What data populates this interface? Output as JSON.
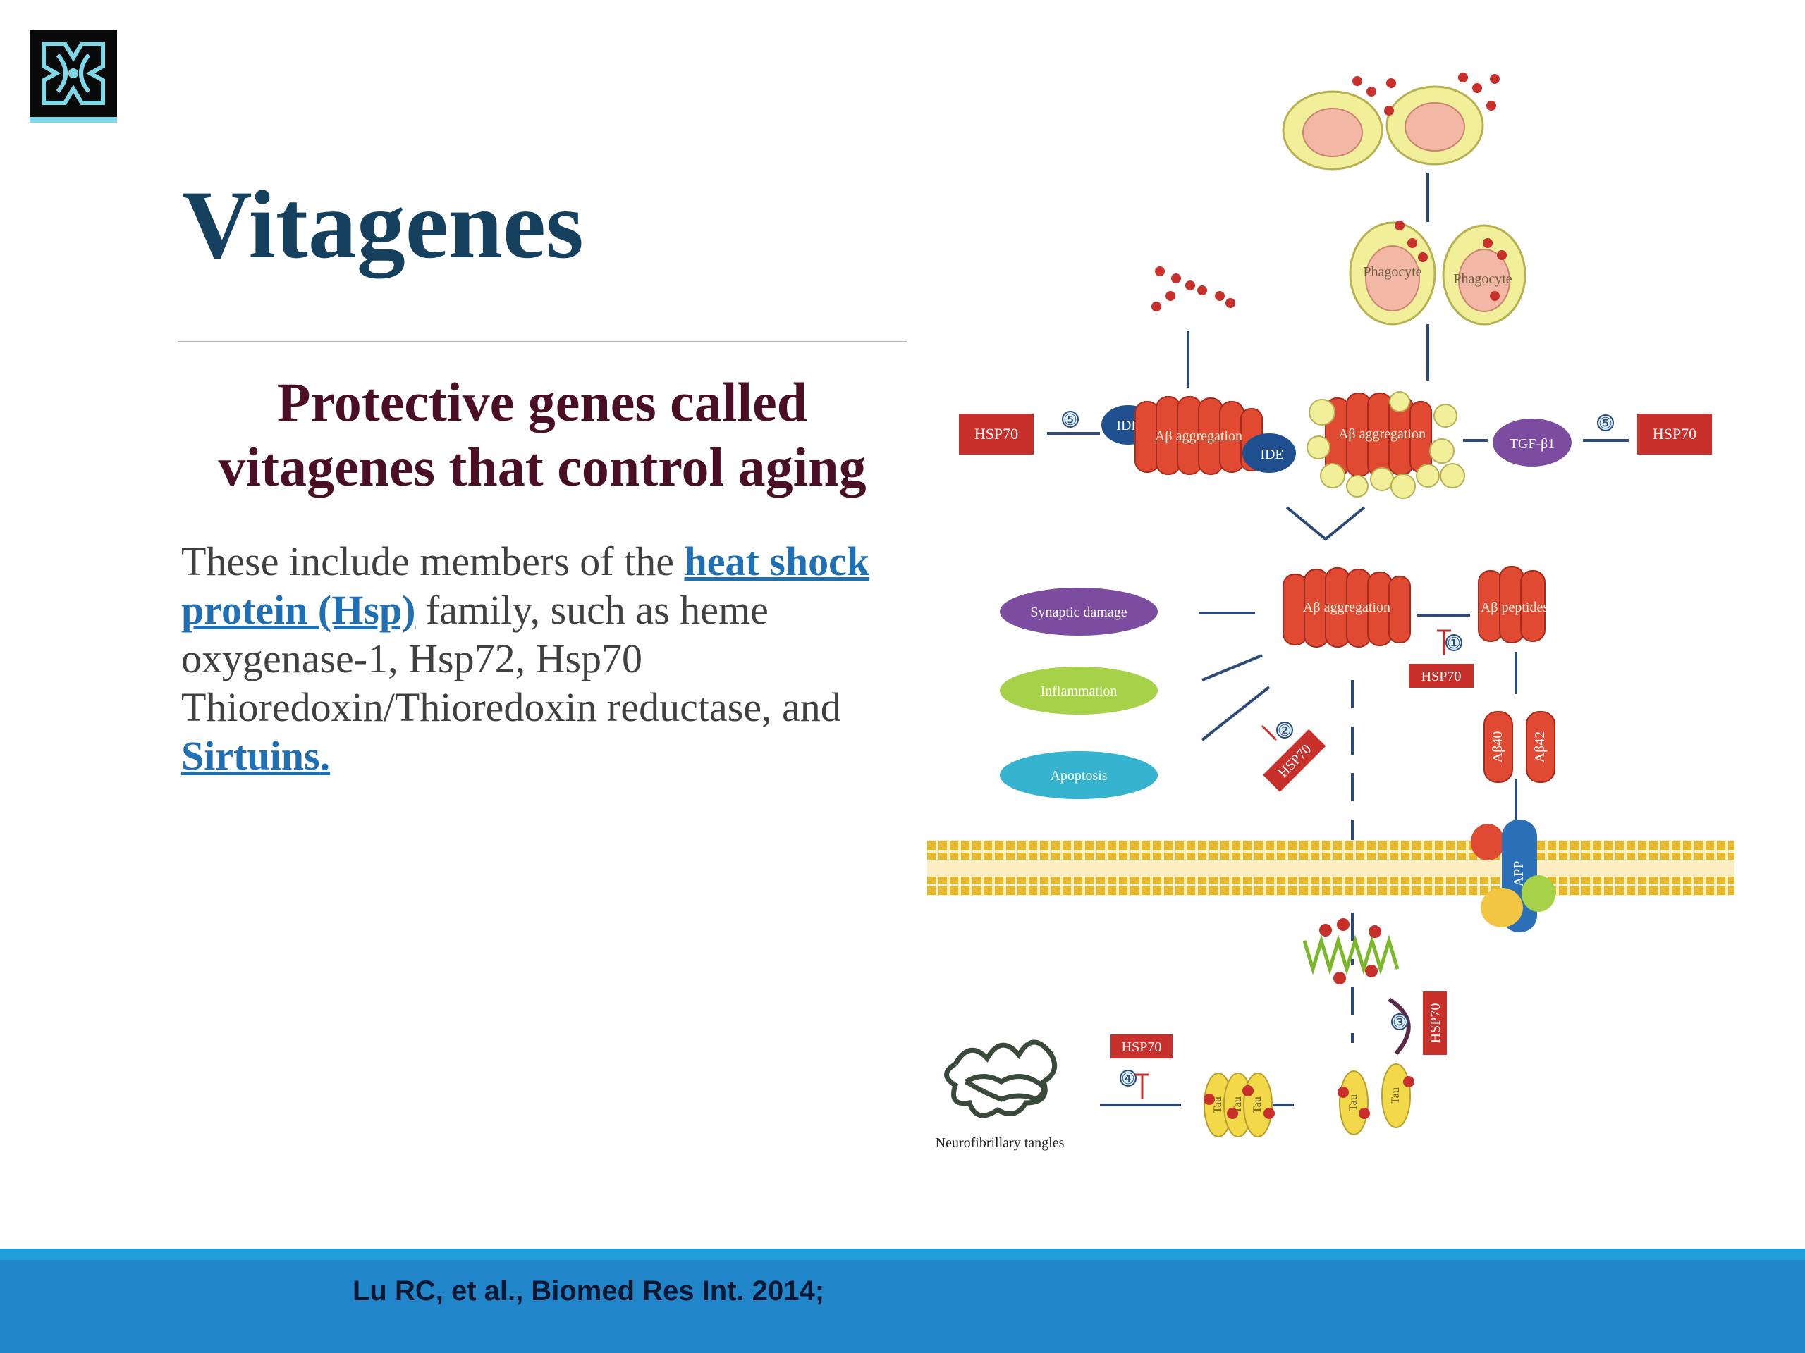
{
  "slide": {
    "title": "Vitagenes",
    "subtitle": "Protective genes called vitagenes that control aging",
    "body": {
      "intro": "These include members of the ",
      "link_hsp": "heat shock protein (Hsp)",
      "mid": " family, such as heme oxygenase-1, Hsp72, Hsp70 Thioredoxin/Thioredoxin reductase, and ",
      "link_sirtuins": "Sirtuins",
      "end": "."
    },
    "citation": "Lu RC, et al., Biomed Res Int. 2014;"
  },
  "diagram": {
    "hsp70": "HSP70",
    "ide": "IDE",
    "tgf": "TGF-β1",
    "phagocyte": "Phagocyte",
    "abeta_aggregation": "Aβ aggregation",
    "abeta_peptides": "Aβ peptides",
    "synaptic_damage": "Synaptic damage",
    "inflammation": "Inflammation",
    "apoptosis": "Apoptosis",
    "abeta40": "Aβ40",
    "abeta42": "Aβ42",
    "app": "APP",
    "tau": "Tau",
    "neurofibrillary_tangles": "Neurofibrillary tangles",
    "steps": [
      "①",
      "②",
      "③",
      "④",
      "⑤"
    ]
  },
  "colors": {
    "title": "#16415e",
    "subtitle": "#4a0f24",
    "link": "#1f6fb5",
    "footer": "#2185c9",
    "footer_strip": "#1fa0d8",
    "hsp_box": "#c8302c",
    "aggregate": "#e04a32"
  }
}
